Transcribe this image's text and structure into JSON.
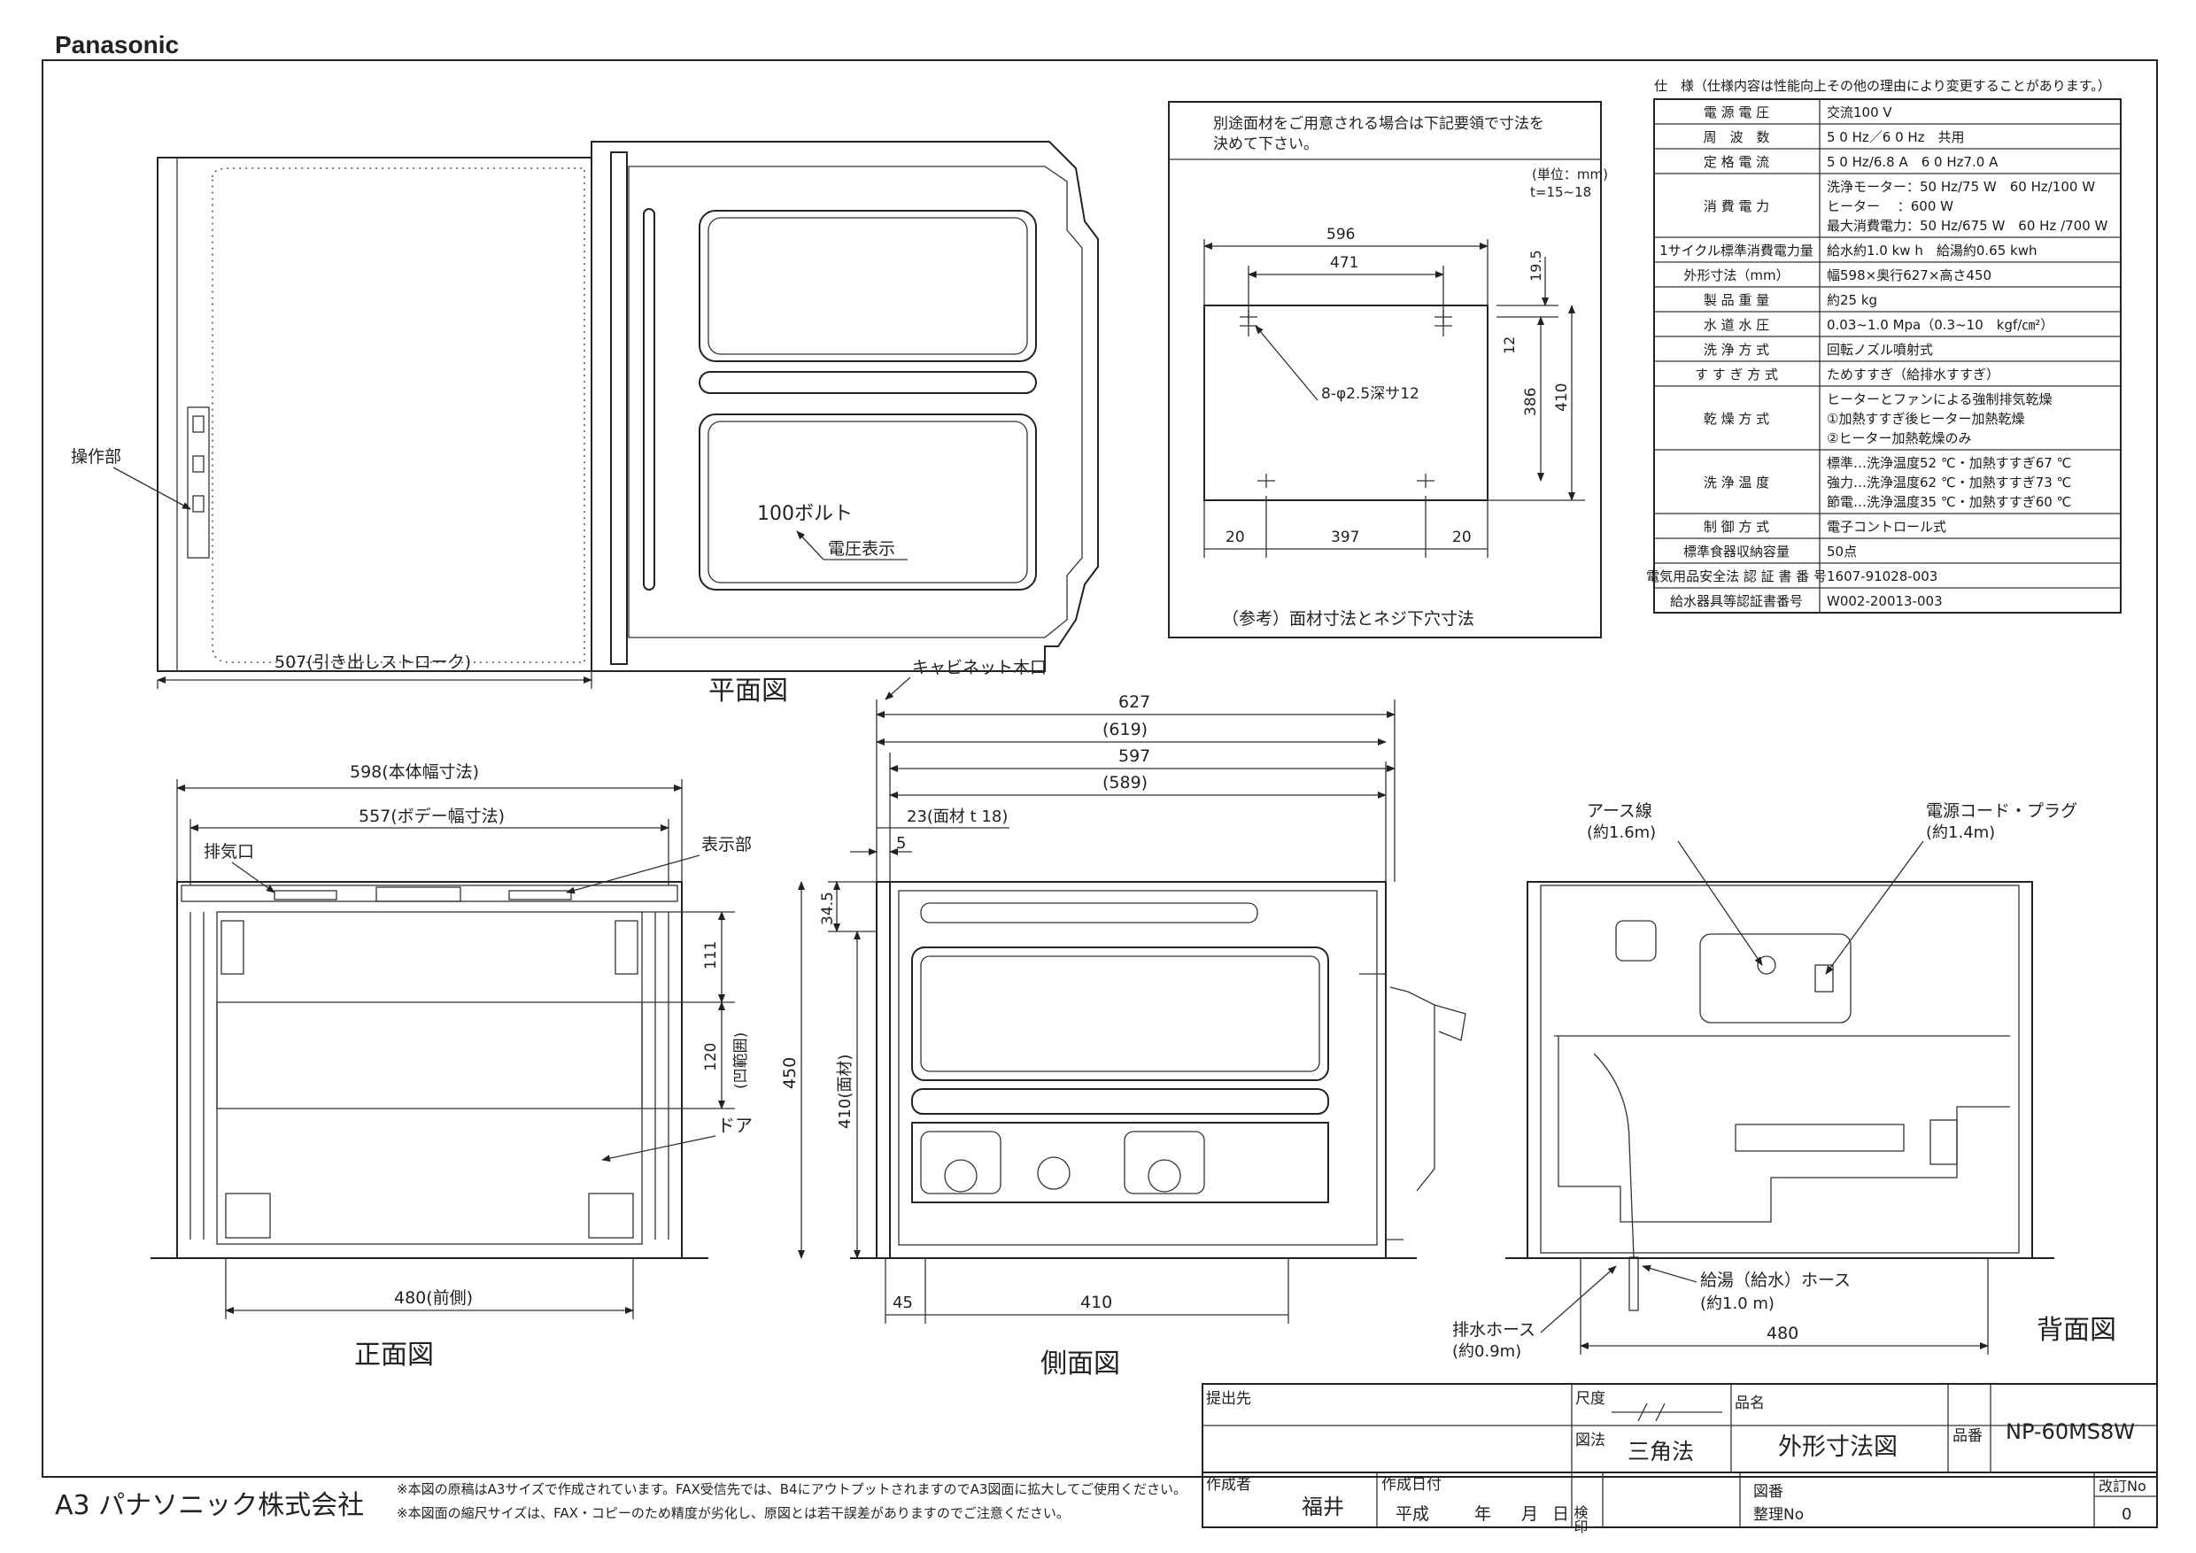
{
  "brand": "Panasonic",
  "company": "A3 パナソニック株式会社",
  "footer_notes": [
    "※本図の原稿はA3サイズで作成されています。FAX受信先では、B4にアウトプットされますのでA3図面に拡大してご使用ください。",
    "※本図面の縮尺サイズは、FAX・コピーのため精度が劣化し、原図とは若干誤差がありますのでご注意ください。"
  ],
  "views": {
    "plan": "平面図",
    "front": "正面図",
    "side": "側面図",
    "back": "背面図"
  },
  "plan_view": {
    "control_label": "操作部",
    "voltage_text": "100ボルト",
    "voltage_label": "電圧表示",
    "stroke_dim": "507(引き出しストローク)"
  },
  "panel_note": {
    "note_line1": "別途面材をご用意される場合は下記要領で寸法を",
    "note_line2": "決めて下さい。",
    "unit": "(単位：mm)",
    "thickness": "t=15~18",
    "dims": {
      "width": "596",
      "inner": "471",
      "top_offset": "19.5",
      "hole_gap": "12",
      "hole_span": "386",
      "height": "410",
      "left": "20",
      "bottom_span": "397",
      "right": "20"
    },
    "hole_spec": "8-φ2.5深サ12",
    "caption": "（参考）面材寸法とネジ下穴寸法"
  },
  "spec_table": {
    "title": "仕　様（仕様内容は性能向上その他の理由により変更することがあります。）",
    "rows": [
      {
        "label": "電 源 電 圧",
        "value": [
          "交流100 V"
        ]
      },
      {
        "label": "周　波　数",
        "value": [
          "5 0 Hz／6 0  Hz　共用"
        ]
      },
      {
        "label": "定 格 電 流",
        "value": [
          "5 0 Hz/6.8  A　6 0  Hz7.0  A"
        ]
      },
      {
        "label": "消 費 電 力",
        "value": [
          "洗浄モーター：50 Hz/75 W　60 Hz/100 W",
          "ヒーター　 ：600 W",
          "最大消費電力：50 Hz/675 W　60 Hz /700 W"
        ]
      },
      {
        "label": "1サイクル標準消費電力量",
        "value": [
          "給水約1.0 kw h　給湯約0.65 kwh"
        ]
      },
      {
        "label": "外形寸法（mm）",
        "value": [
          "幅598×奥行627×高さ450"
        ]
      },
      {
        "label": "製 品 重 量",
        "value": [
          "約25 kg"
        ]
      },
      {
        "label": "水 道 水 圧",
        "value": [
          "0.03~1.0 Mpa（0.3~10　kgf/㎝²）"
        ]
      },
      {
        "label": "洗 浄 方 式",
        "value": [
          "回転ノズル噴射式"
        ]
      },
      {
        "label": "す す ぎ 方 式",
        "value": [
          "ためすすぎ（給排水すすぎ）"
        ]
      },
      {
        "label": "乾 燥 方 式",
        "value": [
          "ヒーターとファンによる強制排気乾燥",
          "①加熱すすぎ後ヒーター加熱乾燥",
          "②ヒーター加熱乾燥のみ"
        ]
      },
      {
        "label": "洗 浄 温 度",
        "value": [
          "標準…洗浄温度52 ℃・加熱すすぎ67 ℃",
          "強力…洗浄温度62 ℃・加熱すすぎ73 ℃",
          "節電…洗浄温度35 ℃・加熱すすぎ60 ℃"
        ]
      },
      {
        "label": "制 御 方 式",
        "value": [
          "電子コントロール式"
        ]
      },
      {
        "label": "標準食器収納容量",
        "value": [
          "50点"
        ]
      },
      {
        "label": "電気用品安全法 認 証 書 番 号",
        "value": [
          "1607-91028-003"
        ]
      },
      {
        "label": "給水器具等認証書番号",
        "value": [
          "W002-20013-003"
        ]
      }
    ]
  },
  "front_view": {
    "body_width": "598(本体幅寸法)",
    "bodey_width": "557(ボデー幅寸法)",
    "exhaust": "排気口",
    "display": "表示部",
    "door": "ドア",
    "dim_111": "111",
    "dim_120": "120",
    "recess": "(凹範囲)",
    "front_width": "480(前側)"
  },
  "side_view": {
    "cabinet": "キャビネット木口",
    "d627": "627",
    "d619": "(619)",
    "d597": "597",
    "d589": "(589)",
    "panel": "23(面材 t 18)",
    "d5": "5",
    "d34_5": "34.5",
    "d450": "450",
    "panel_h": "410(面材)",
    "d45": "45",
    "d410": "410"
  },
  "back_view": {
    "earth": "アース線",
    "earth_len": "(約1.6m)",
    "cord": "電源コード・プラグ",
    "cord_len": "(約1.4m)",
    "supply": "給湯（給水）ホース",
    "supply_len": "(約1.0 m)",
    "drain": "排水ホース",
    "drain_len": "(約0.9m)",
    "width": "480"
  },
  "title_block": {
    "submit_label": "提出先",
    "scale_label": "尺度",
    "name_label": "品名",
    "method_label": "図法",
    "method": "三角法",
    "drawing_name": "外形寸法図",
    "model_label": "品番",
    "model": "NP-60MS8W",
    "author_label": "作成者",
    "author": "福井",
    "date_label": "作成日付",
    "era": "平成",
    "year": "年",
    "month": "月",
    "day": "日",
    "check_label": "検印",
    "drawing_no_label": "図番",
    "arrange_label": "整理No",
    "revision_label": "改訂No",
    "revision": "0"
  },
  "colors": {
    "line": "#222222",
    "paper": "#ffffff",
    "fill_dark": "#333333"
  }
}
